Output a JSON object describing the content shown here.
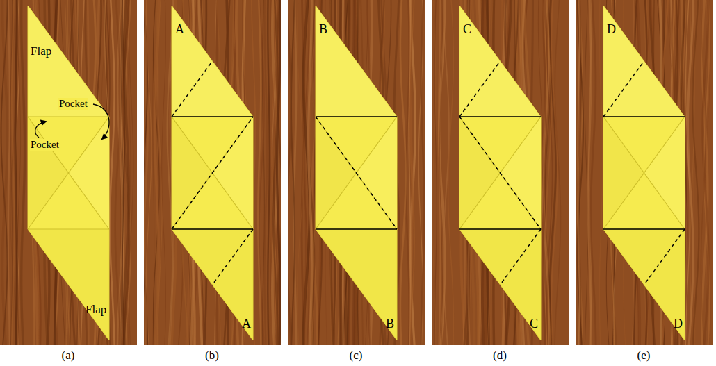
{
  "diagram": {
    "labels": [
      "Flap",
      "Pocket",
      "Pocket",
      "Flap",
      "A",
      "A",
      "B",
      "B",
      "C",
      "C",
      "D",
      "D",
      "(a)",
      "(b)",
      "(c)",
      "(d)",
      "(e)"
    ]
  }
}
